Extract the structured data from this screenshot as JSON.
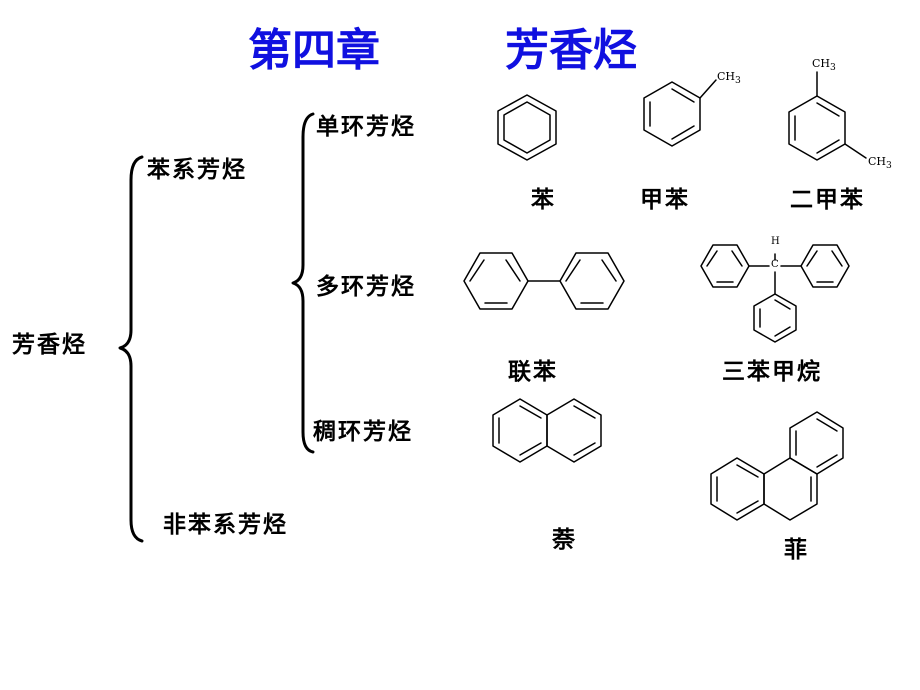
{
  "title": {
    "chapter": "第四章",
    "subject": "芳香烃"
  },
  "tree": {
    "root": "芳香烃",
    "benzene_series": "苯系芳烃",
    "non_benzene": "非苯系芳烃",
    "single_ring": "单环芳烃",
    "multi_ring": "多环芳烃",
    "fused_ring": "稠环芳烃"
  },
  "compounds": {
    "benzene": "苯",
    "toluene": "甲苯",
    "xylene": "二甲苯",
    "biphenyl": "联苯",
    "triphenylmethane": "三苯甲烷",
    "naphthalene": "萘",
    "phenanthrene": "菲"
  },
  "atoms": {
    "methyl": "CH3",
    "methyl_sub": "3",
    "methyl_base": "CH",
    "hydrogen": "H",
    "carbon": "C"
  },
  "colors": {
    "title": "#1010e0",
    "text": "#000000"
  }
}
